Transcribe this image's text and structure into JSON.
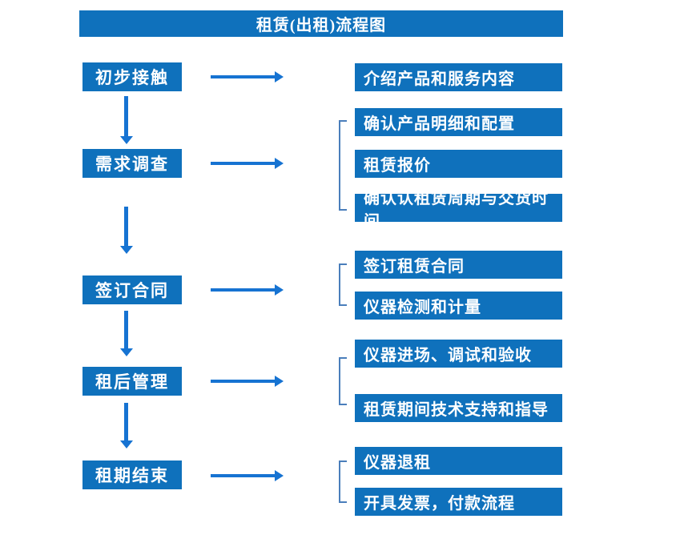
{
  "title": "租赁(出租)流程图",
  "colors": {
    "box_blue": "#0F71BC",
    "arrow_blue": "#1673D2",
    "bracket_blue": "#4A7EBB",
    "text_white": "#FFFFFF",
    "background": "#FFFFFF"
  },
  "flow": [
    {
      "stage": "初步接触",
      "details": [
        "介绍产品和服务内容"
      ]
    },
    {
      "stage": "需求调查",
      "details": [
        "确认产品明细和配置",
        "租赁报价",
        "确认认租赁周期与交货时间"
      ]
    },
    {
      "stage": "签订合同",
      "details": [
        "签订租赁合同",
        "仪器检测和计量"
      ]
    },
    {
      "stage": "租后管理",
      "details": [
        "仪器进场、调试和验收",
        "租赁期间技术支持和指导"
      ]
    },
    {
      "stage": "租期结束",
      "details": [
        "仪器退租",
        "开具发票，付款流程"
      ]
    }
  ]
}
